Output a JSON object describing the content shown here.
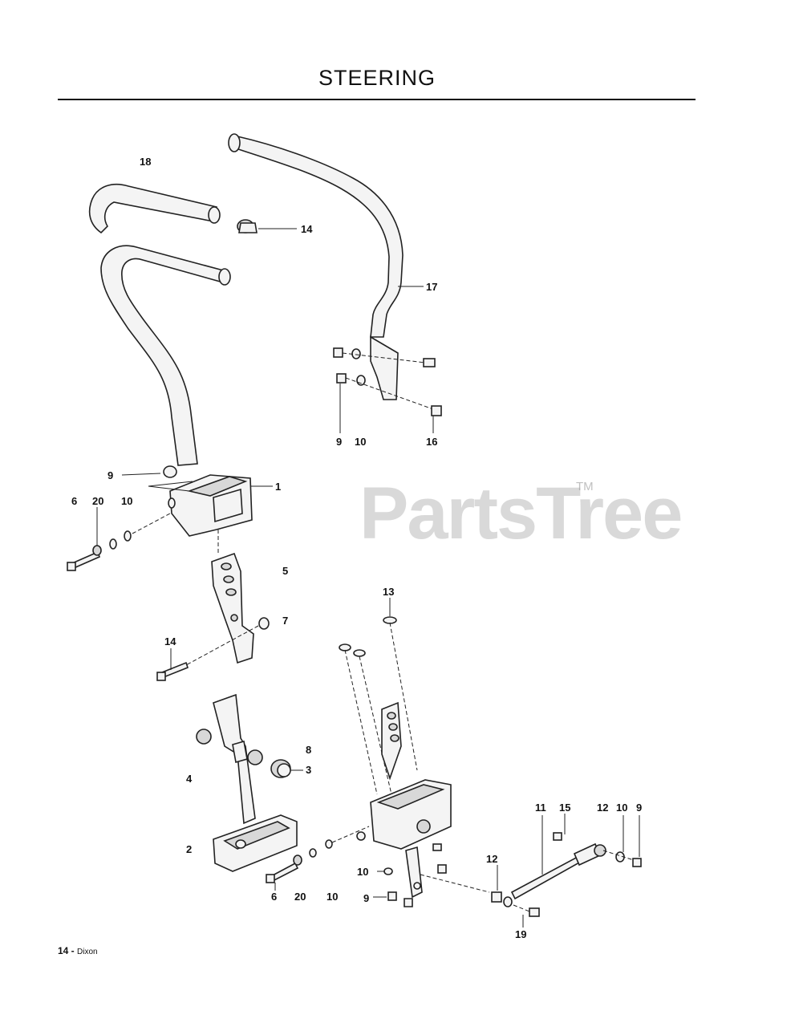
{
  "page": {
    "title": "STEERING",
    "watermark": "PartsTree",
    "watermark_tm": "TM",
    "footer_page": "14 -",
    "footer_brand": "Dixon"
  },
  "callouts": {
    "c18": "18",
    "c14a": "14",
    "c17": "17",
    "c9a": "9",
    "c10a": "10",
    "c16": "16",
    "c9b": "9",
    "c1": "1",
    "c6a": "6",
    "c20a": "20",
    "c10b": "10",
    "c5": "5",
    "c13": "13",
    "c7": "7",
    "c14b": "14",
    "c8": "8",
    "c3": "3",
    "c4": "4",
    "c2": "2",
    "c11": "11",
    "c15": "15",
    "c12a": "12",
    "c10c": "10",
    "c9c": "9",
    "c10d": "10",
    "c12b": "12",
    "c6b": "6",
    "c20b": "20",
    "c10e": "10",
    "c9d": "9",
    "c19": "19"
  }
}
